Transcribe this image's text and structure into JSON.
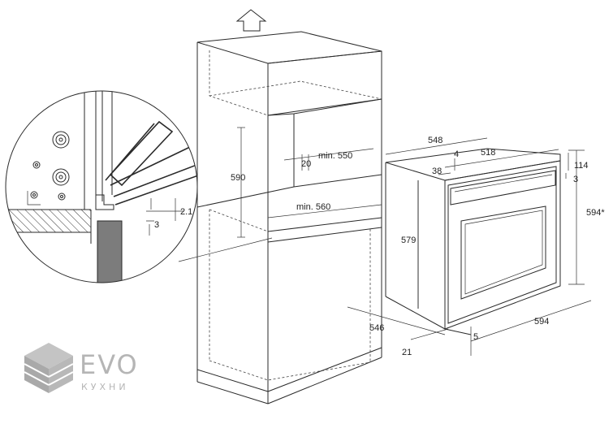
{
  "dimensions": {
    "cabinet_height": "590",
    "gap_20": "20",
    "min_550": "min. 550",
    "min_560": "min. 560",
    "detail_21": "2.1",
    "detail_3": "3",
    "oven_depth": "548",
    "oven_4": "4",
    "oven_518": "518",
    "oven_38": "38",
    "oven_114": "114",
    "oven_3": "3",
    "oven_579": "579",
    "oven_594_height": "594*",
    "oven_546": "546",
    "oven_594_width": "594",
    "oven_21": "21",
    "oven_5": "5"
  },
  "logo": {
    "name": "EVO",
    "subtitle": "КУХНИ"
  },
  "colors": {
    "line": "#2a2a2a",
    "panel_gray": "#7c7c7c",
    "logo_gray": "#b5b5b5"
  }
}
